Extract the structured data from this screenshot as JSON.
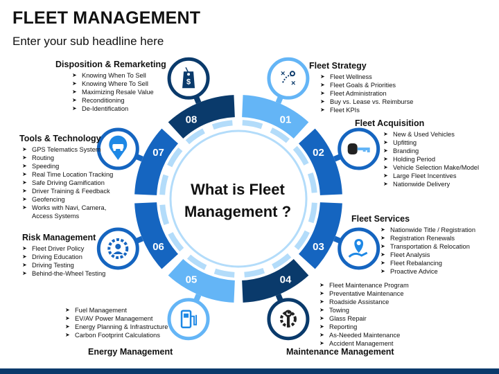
{
  "title": "FLEET MANAGEMENT",
  "subtitle": "Enter your sub headline here",
  "center": {
    "line1": "What is Fleet",
    "line2": "Management ?"
  },
  "colors": {
    "dark": "#0a3a6b",
    "mid": "#1565c0",
    "bright": "#1e88e5",
    "light": "#64b5f6",
    "pale": "#b3dcfa"
  },
  "segments": [
    {
      "number": "01",
      "heading": "Fleet Strategy",
      "icon": "strategy-board-icon",
      "items": [
        "Fleet Wellness",
        "Fleet Goals & Priorities",
        "Fleet Administration",
        "Buy vs. Lease vs. Reimburse",
        "Fleet KPIs"
      ]
    },
    {
      "number": "02",
      "heading": "Fleet Acquisition",
      "icon": "car-key-icon",
      "items": [
        "New & Used Vehicles",
        "Upfitting",
        "Branding",
        "Holding Period",
        "Vehicle Selection Make/Model",
        "Large Fleet Incentives",
        "Nationwide Delivery"
      ]
    },
    {
      "number": "03",
      "heading": "Fleet Services",
      "icon": "location-hand-icon",
      "items": [
        "Nationwide Title / Registration",
        "Registration Renewals",
        "Transportation & Relocation",
        "Fleet Analysis",
        "Fleet Rebalancing",
        "Proactive Advice"
      ]
    },
    {
      "number": "04",
      "heading": "Maintenance Management",
      "icon": "wrench-gear-icon",
      "items": [
        "Fleet Maintenance Program",
        "Preventative Maintenance",
        "Roadside Assistance",
        "Towing",
        "Glass Repair",
        "Reporting",
        "As-Needed Maintenance",
        "Accident Management"
      ]
    },
    {
      "number": "05",
      "heading": "Energy Management",
      "icon": "fuel-pump-icon",
      "items": [
        "Fuel Management",
        "EV/AV Power Management",
        "Energy Planning & Infrastructure",
        "Carbon Footprint Calculations"
      ]
    },
    {
      "number": "06",
      "heading": "Risk Management",
      "icon": "driver-gear-icon",
      "items": [
        "Fleet Driver Policy",
        "Driving Education",
        "Driving Testing",
        "Behind-the-Wheel Testing"
      ]
    },
    {
      "number": "07",
      "heading": "Tools & Technology",
      "icon": "car-pin-icon",
      "items": [
        "GPS Telematics System",
        "Routing",
        "Speeding",
        "Real Time Location Tracking",
        "Safe Driving Gamification",
        "Driver Training & Feedback",
        "Geofencing",
        "Works with Navi, Camera, Access Systems"
      ]
    },
    {
      "number": "08",
      "heading": "Disposition & Remarketing",
      "icon": "price-tag-icon",
      "items": [
        "Knowing When To Sell",
        "Knowing Where To Sell",
        "Maximizing Resale Value",
        "Reconditioning",
        "De-Identification"
      ]
    }
  ]
}
